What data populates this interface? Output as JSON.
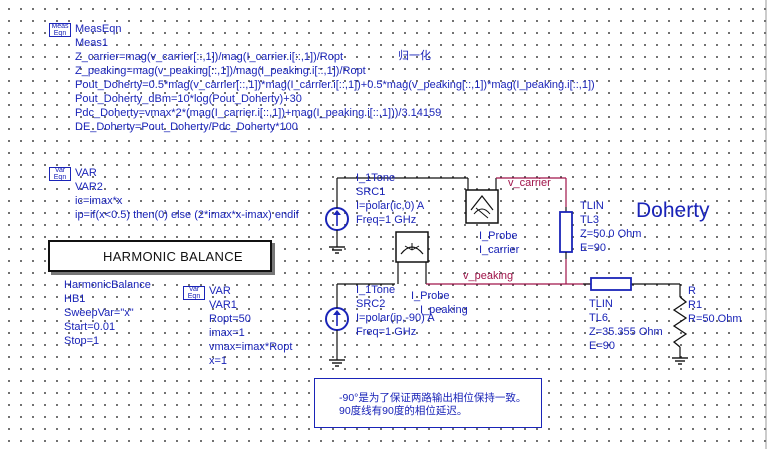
{
  "meas_block": {
    "icon_line1": "Meas",
    "icon_line2": "Eqn",
    "type": "MeasEqn",
    "name": "Meas1",
    "eq1": "Z_carrier=mag(v_carrier[::,1])/mag(I_carrier.i[::,1])/Ropt",
    "eq2": "Z_peaking=mag(v_peaking[::,1])/mag(I_peaking.i[::,1])/Ropt",
    "eq3": "Pout_Doherty=0.5*mag(v_carrier[::,1])*mag(I_carrier.i[::,1])+0.5*mag(v_peaking[::,1])*mag(I_peaking.i[::,1])",
    "eq4": "Pout_Doherty_dBm=10*log(Pout_Doherty)+30",
    "eq5": "Pdc_Doherty=vmax*2*(mag(I_carrier.i[::,1])+mag(I_peaking.i[::,1]))/3.14159",
    "eq6": "DE_Doherty=Pout_Doherty/Pdc_Doherty*100",
    "annotation": "归一化"
  },
  "var2_block": {
    "icon_line1": "Var",
    "icon_line2": "Eqn",
    "type": "VAR",
    "name": "VAR2",
    "eq1": "ic=imax*x",
    "eq2": "ip=if(x<0.5) then(0) else (2*imax*x-imax) endif"
  },
  "hb_block": {
    "title": "HARMONIC BALANCE",
    "type": "HarmonicBalance",
    "name": "HB1",
    "sweep": "SweepVar=\"x\"",
    "start": "Start=0.01",
    "stop": "Stop=1"
  },
  "var1_block": {
    "icon_line1": "Var",
    "icon_line2": "Eqn",
    "type": "VAR",
    "name": "VAR1",
    "eq1": "Ropt=50",
    "eq2": "imax=1",
    "eq3": "vmax=imax*Ropt",
    "eq4": "x=1"
  },
  "src1": {
    "type": "I_1Tone",
    "name": "SRC1",
    "current": "I=polar(ic,0) A",
    "freq": "Freq=1 GHz"
  },
  "src2": {
    "type": "I_1Tone",
    "name": "SRC2",
    "current": "I=polar(ip,-90) A",
    "freq": "Freq=1 GHz"
  },
  "probe_carrier": {
    "type": "I_Probe",
    "name": "I_carrier"
  },
  "probe_peaking": {
    "type": "I_Probe",
    "name": "I_peaking"
  },
  "tl3": {
    "type": "TLIN",
    "name": "TL3",
    "z": "Z=50.0 Ohm",
    "e": "E=90"
  },
  "tl6": {
    "type": "TLIN",
    "name": "TL6",
    "z": "Z=35.355 Ohm",
    "e": "E=90"
  },
  "r1": {
    "type": "R",
    "name": "R1",
    "value": "R=50 Ohm"
  },
  "nodes": {
    "carrier": "v_carrier",
    "peaking": "v_peaking"
  },
  "title": "Doherty",
  "note": {
    "line1": "-90°是为了保证两路输出相位保持一致。",
    "line2": "90度线有90度的相位延迟。"
  },
  "colors": {
    "component": "#1a24b8",
    "wire": "#a0144a",
    "symbol": "#111111"
  }
}
